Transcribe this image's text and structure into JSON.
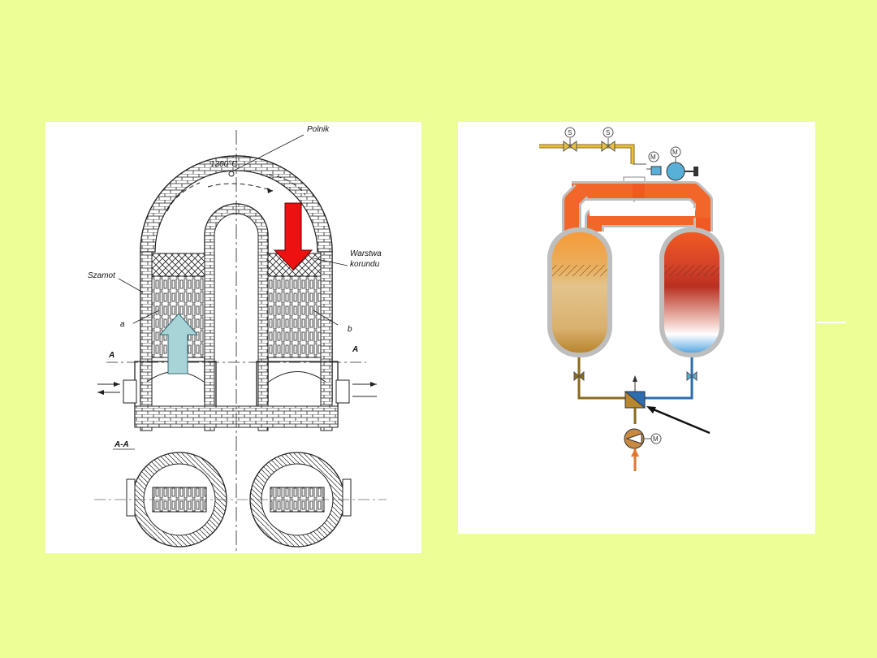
{
  "left_diagram": {
    "labels": {
      "top_gauge": "Polnik",
      "temperature": "1300°C",
      "right_layer_line1": "Warstwa",
      "right_layer_line2": "korundu",
      "left_wall": "Szamot",
      "marker_a": "a",
      "marker_b": "b",
      "section_left": "A",
      "section_right": "A",
      "section_view": "A-A"
    },
    "arrows": {
      "down_arrow_color": "#EE1111",
      "up_arrow_color": "#A8D4D8"
    }
  },
  "right_diagram": {
    "symbols": {
      "valve1": "S",
      "valve2": "S",
      "motor_top_small": "M",
      "motor_top_pump": "M",
      "motor_bottom": "M"
    },
    "colors": {
      "hot_pipe": "#F2662A",
      "tank_left_top": "#F59A3A",
      "tank_left_fill": "#D9B06E",
      "tank_right_top": "#F05A22",
      "tank_right_mid": "#B83020",
      "tank_right_bottom": "#5AA8E0",
      "tank_outline": "#BEBEBE"
    }
  }
}
